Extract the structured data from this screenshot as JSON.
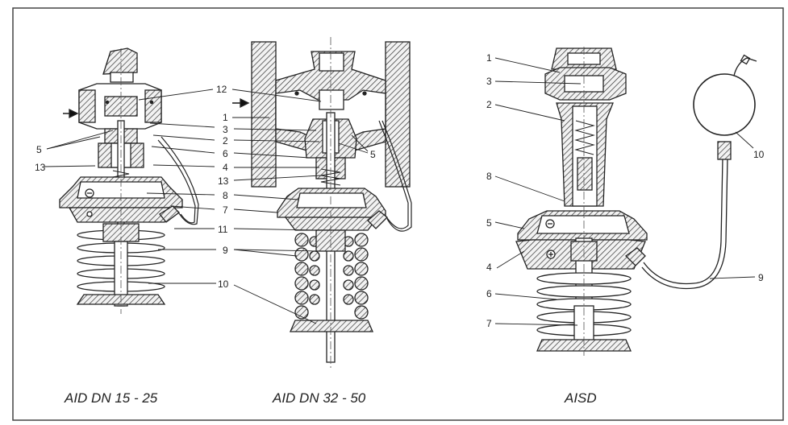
{
  "captions": {
    "left": "AID DN 15 - 25",
    "middle": "AID DN 32 - 50",
    "right": "AISD"
  },
  "left_labels": {
    "l5": "5",
    "l13": "13"
  },
  "middle_labels": {
    "l12": "12",
    "l1": "1",
    "l3": "3",
    "l2": "2",
    "l6": "6",
    "l4": "4",
    "l13": "13",
    "l8": "8",
    "l7": "7",
    "l11": "11",
    "l9": "9",
    "l10": "10",
    "l5": "5"
  },
  "right_labels": {
    "l1": "1",
    "l3": "3",
    "l2": "2",
    "l8": "8",
    "l5": "5",
    "l4": "4",
    "l6": "6",
    "l7": "7",
    "l10": "10",
    "l9": "9"
  }
}
